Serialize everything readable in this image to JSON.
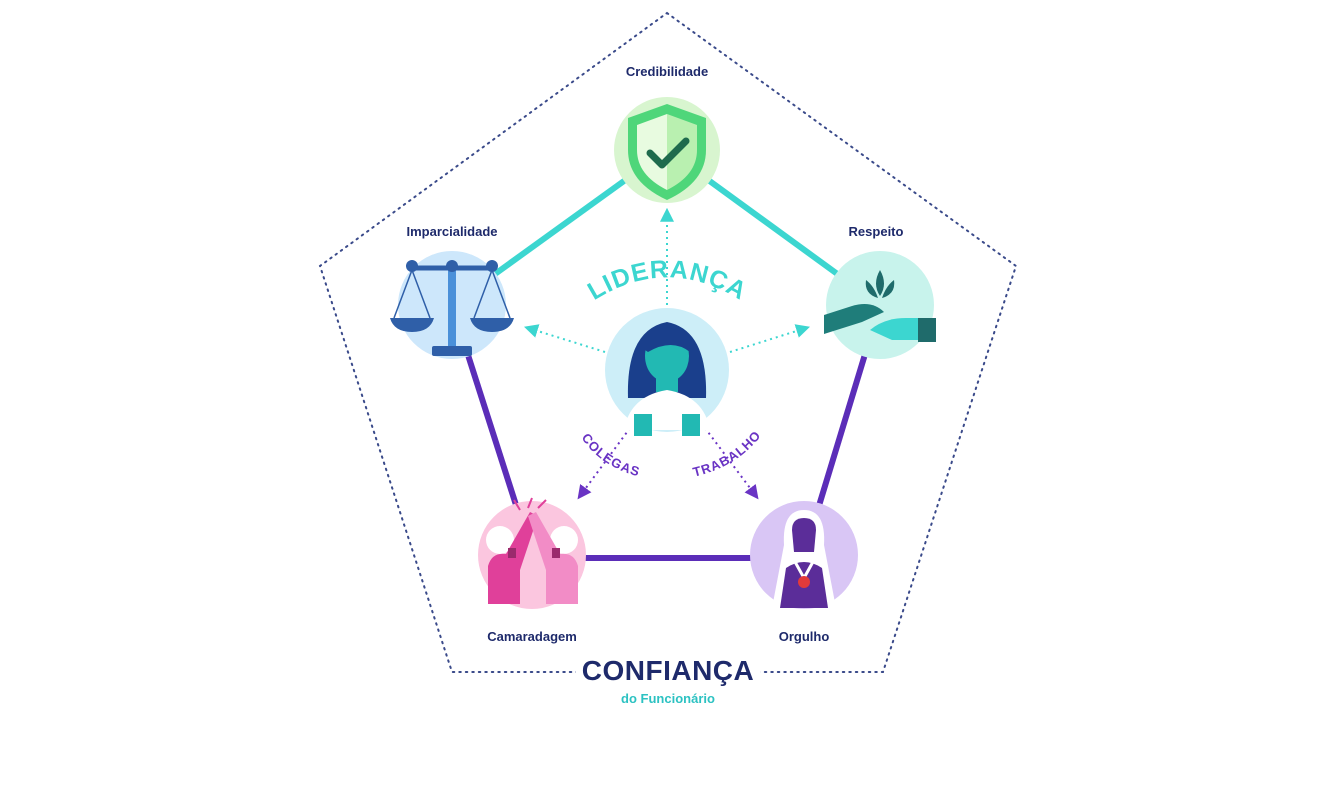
{
  "nodes": {
    "credibilidade": {
      "label": "Credibilidade",
      "icon": "shield-check-icon",
      "color": "#d8f5cf"
    },
    "respeito": {
      "label": "Respeito",
      "icon": "hands-lotus-icon",
      "color": "#c8f3ec"
    },
    "imparcialidade": {
      "label": "Imparcialidade",
      "icon": "scales-icon",
      "color": "#cde7fb"
    },
    "camaradagem": {
      "label": "Camaradagem",
      "icon": "high-five-icon",
      "color": "#fbc6df"
    },
    "orgulho": {
      "label": "Orgulho",
      "icon": "medal-person-icon",
      "color": "#d9c6f5"
    }
  },
  "center": {
    "label": "LIDERANÇA",
    "icon": "leader-woman-icon",
    "color": "#cdeef8"
  },
  "arrows": {
    "colegas": "COLEGAS",
    "trabalho": "TRABALHO"
  },
  "footer": {
    "title": "CONFIANÇA",
    "subtitle": "do Funcionário"
  },
  "colors": {
    "teal": "#3cd6d0",
    "purple": "#5b2db8",
    "navy": "#1e2a6b",
    "dotted": "#3a4a8a"
  }
}
